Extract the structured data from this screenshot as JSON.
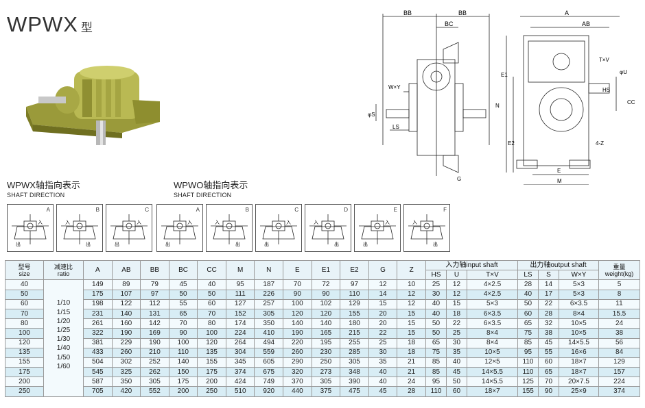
{
  "title": {
    "main": "WPWX",
    "sub": "型"
  },
  "wpwx_section": {
    "cn": "WPWX轴指向表示",
    "en": "SHAFT DIRECTION",
    "boxes": [
      "A",
      "B",
      "C"
    ]
  },
  "wpwo_section": {
    "cn": "WPWO轴指向表示",
    "en": "SHAFT DIRECTION",
    "boxes": [
      "A",
      "B",
      "C",
      "D",
      "E",
      "F"
    ]
  },
  "box_text": {
    "in": "入",
    "out": "出"
  },
  "drawing_labels": {
    "side": [
      "BB",
      "BB",
      "BC",
      "W×Y",
      "φS",
      "LS",
      "G"
    ],
    "front": [
      "A",
      "AB",
      "T×V",
      "φU",
      "HS",
      "CC",
      "N",
      "E1",
      "E2",
      "E",
      "M",
      "4-Z"
    ]
  },
  "table": {
    "headers": {
      "size": [
        "型号",
        "size"
      ],
      "ratio": [
        "减速比",
        "ratio"
      ],
      "A": "A",
      "AB": "AB",
      "BB": "BB",
      "BC": "BC",
      "CC": "CC",
      "M": "M",
      "N": "N",
      "E": "E",
      "E1": "E1",
      "E2": "E2",
      "G": "G",
      "Z": "Z",
      "input": "入力轴input shaft",
      "output": "出力轴output shaft",
      "weight": [
        "重量",
        "weight(kg)"
      ],
      "input_sub": [
        "HS",
        "U",
        "T×V"
      ],
      "output_sub": [
        "LS",
        "S",
        "W×Y"
      ]
    },
    "ratios": [
      "1/10",
      "1/15",
      "1/20",
      "1/25",
      "1/30",
      "1/40",
      "1/50",
      "1/60"
    ],
    "rows": [
      [
        "40",
        "149",
        "89",
        "79",
        "45",
        "40",
        "95",
        "187",
        "70",
        "72",
        "97",
        "12",
        "10",
        "25",
        "12",
        "4×2.5",
        "28",
        "14",
        "5×3",
        "5"
      ],
      [
        "50",
        "175",
        "107",
        "97",
        "50",
        "50",
        "111",
        "226",
        "90",
        "90",
        "110",
        "14",
        "12",
        "30",
        "12",
        "4×2.5",
        "40",
        "17",
        "5×3",
        "8"
      ],
      [
        "60",
        "198",
        "122",
        "112",
        "55",
        "60",
        "127",
        "257",
        "100",
        "102",
        "129",
        "15",
        "12",
        "40",
        "15",
        "5×3",
        "50",
        "22",
        "6×3.5",
        "11"
      ],
      [
        "70",
        "231",
        "140",
        "131",
        "65",
        "70",
        "152",
        "305",
        "120",
        "120",
        "155",
        "20",
        "15",
        "40",
        "18",
        "6×3.5",
        "60",
        "28",
        "8×4",
        "15.5"
      ],
      [
        "80",
        "261",
        "160",
        "142",
        "70",
        "80",
        "174",
        "350",
        "140",
        "140",
        "180",
        "20",
        "15",
        "50",
        "22",
        "6×3.5",
        "65",
        "32",
        "10×5",
        "24"
      ],
      [
        "100",
        "322",
        "190",
        "169",
        "90",
        "100",
        "224",
        "410",
        "190",
        "165",
        "215",
        "22",
        "15",
        "50",
        "25",
        "8×4",
        "75",
        "38",
        "10×5",
        "38"
      ],
      [
        "120",
        "381",
        "229",
        "190",
        "100",
        "120",
        "264",
        "494",
        "220",
        "195",
        "255",
        "25",
        "18",
        "65",
        "30",
        "8×4",
        "85",
        "45",
        "14×5.5",
        "56"
      ],
      [
        "135",
        "433",
        "260",
        "210",
        "110",
        "135",
        "304",
        "559",
        "260",
        "230",
        "285",
        "30",
        "18",
        "75",
        "35",
        "10×5",
        "95",
        "55",
        "16×6",
        "84"
      ],
      [
        "155",
        "504",
        "302",
        "252",
        "140",
        "155",
        "345",
        "605",
        "290",
        "250",
        "305",
        "35",
        "21",
        "85",
        "40",
        "12×5",
        "110",
        "60",
        "18×7",
        "129"
      ],
      [
        "175",
        "545",
        "325",
        "262",
        "150",
        "175",
        "374",
        "675",
        "320",
        "273",
        "348",
        "40",
        "21",
        "85",
        "45",
        "14×5.5",
        "110",
        "65",
        "18×7",
        "157"
      ],
      [
        "200",
        "587",
        "350",
        "305",
        "175",
        "200",
        "424",
        "749",
        "370",
        "305",
        "390",
        "40",
        "24",
        "95",
        "50",
        "14×5.5",
        "125",
        "70",
        "20×7.5",
        "224"
      ],
      [
        "250",
        "705",
        "420",
        "552",
        "200",
        "250",
        "510",
        "920",
        "440",
        "375",
        "475",
        "45",
        "28",
        "110",
        "60",
        "18×7",
        "155",
        "90",
        "25×9",
        "374"
      ]
    ]
  }
}
